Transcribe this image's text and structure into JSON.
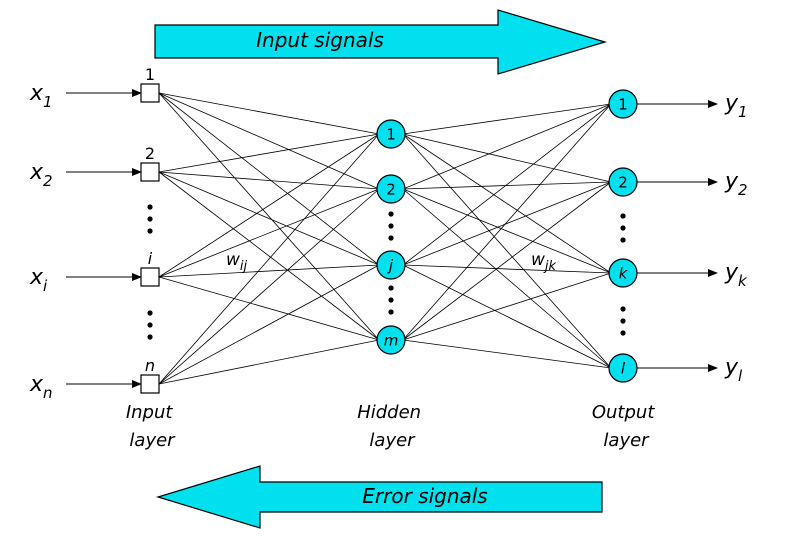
{
  "arrows": {
    "input_signals": "Input signals",
    "error_signals": "Error signals",
    "arrow_color": "#00E0EE",
    "arrow_stroke": "#000000"
  },
  "node_color": "#00E0EE",
  "inputs": [
    {
      "var": "x",
      "sub": "1",
      "label": "1"
    },
    {
      "var": "x",
      "sub": "2",
      "label": "2"
    },
    {
      "var": "x",
      "sub": "i",
      "label": "i"
    },
    {
      "var": "x",
      "sub": "n",
      "label": "n"
    }
  ],
  "hidden": [
    {
      "label": "1"
    },
    {
      "label": "2"
    },
    {
      "label": "j"
    },
    {
      "label": "m"
    }
  ],
  "outputs": [
    {
      "label": "1",
      "var": "y",
      "sub": "1"
    },
    {
      "label": "2",
      "var": "y",
      "sub": "2"
    },
    {
      "label": "k",
      "var": "y",
      "sub": "k"
    },
    {
      "label": "l",
      "var": "y",
      "sub": "l"
    }
  ],
  "weights": {
    "wij": {
      "var": "w",
      "sub": "ij"
    },
    "wjk": {
      "var": "w",
      "sub": "jk"
    }
  },
  "layers": {
    "input": [
      "Input",
      "layer"
    ],
    "hidden": [
      "Hidden",
      "layer"
    ],
    "output": [
      "Output",
      "layer"
    ]
  }
}
